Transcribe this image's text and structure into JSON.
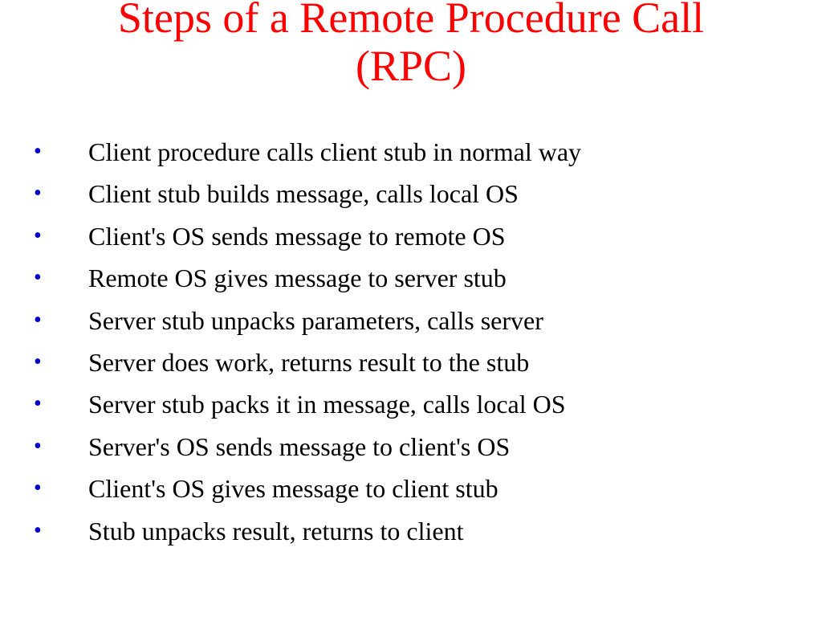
{
  "slide": {
    "title_line1": "Steps of a Remote Procedure Call",
    "title_line2": "(RPC)",
    "bullet_symbol": "•",
    "bullet_color": "#0000cc",
    "title_color": "#ff0000",
    "items": [
      "Client procedure calls client stub in normal way",
      "Client stub builds message, calls local OS",
      "Client's OS sends message to remote OS",
      "Remote OS gives message to server stub",
      "Server stub unpacks parameters, calls server",
      "Server does work, returns result to the stub",
      "Server stub packs it in message, calls local OS",
      "Server's OS sends message to client's OS",
      "Client's OS gives message to client stub",
      "Stub unpacks result, returns to client"
    ]
  }
}
